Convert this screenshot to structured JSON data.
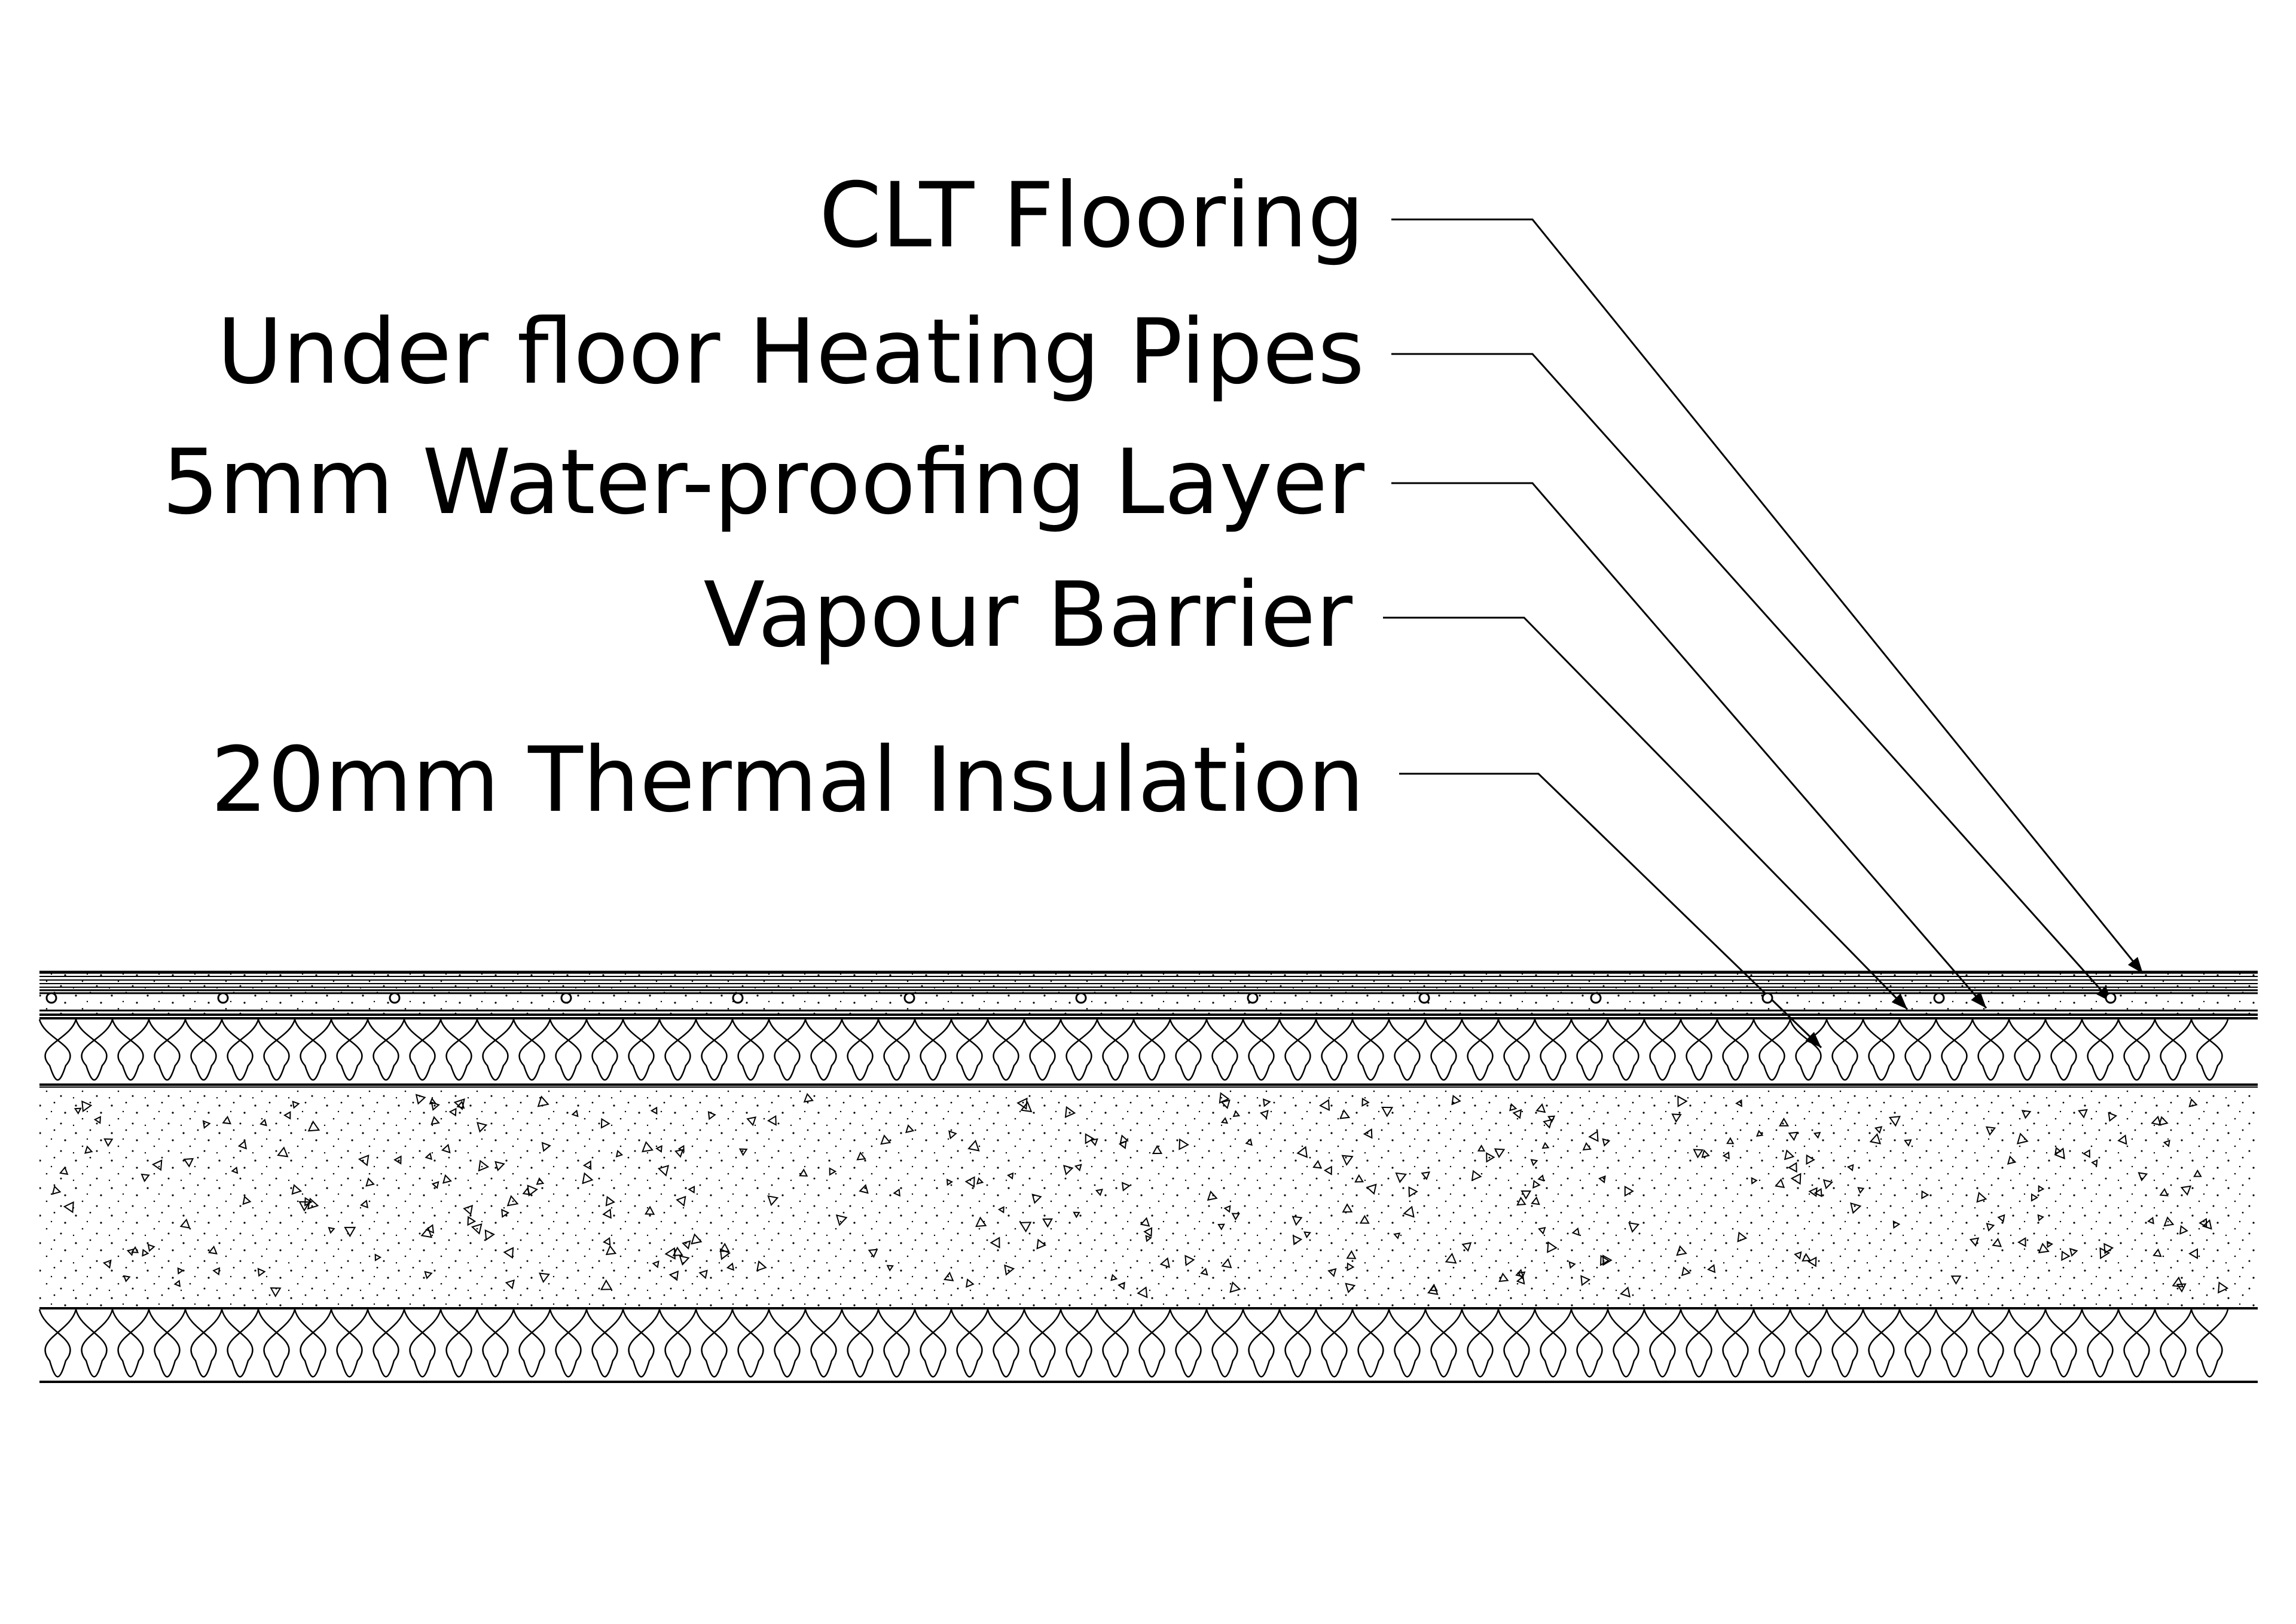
{
  "drawing": {
    "labels": [
      "CLT Flooring",
      "Under floor Heating Pipes",
      "5mm Water-proofing Layer",
      "Vapour Barrier",
      "20mm Thermal Insulation"
    ]
  },
  "colors": {
    "line": "#000000",
    "background": "#ffffff"
  }
}
